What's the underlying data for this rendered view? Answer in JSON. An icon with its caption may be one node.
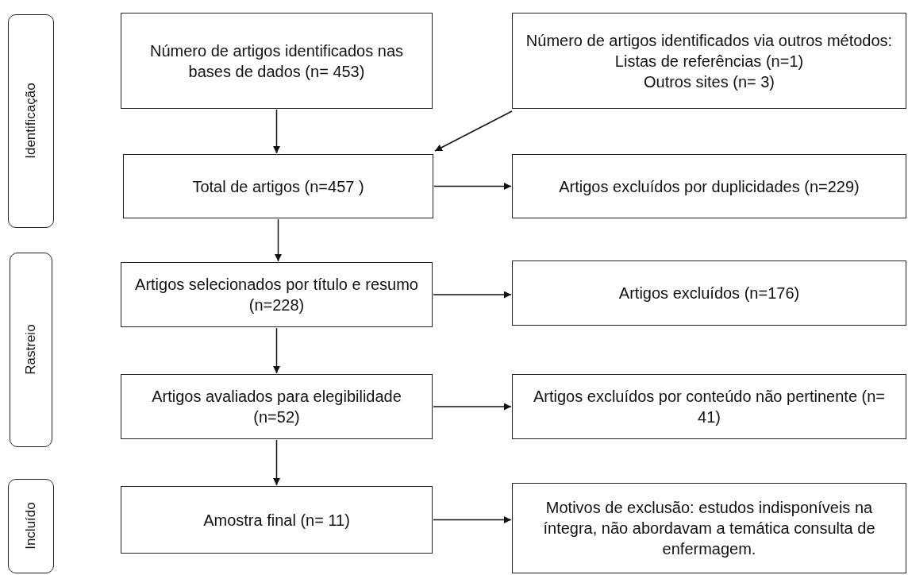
{
  "diagram": {
    "nodes": [
      {
        "text": [
          "Identificação"
        ]
      },
      {
        "text": [
          "Rastreio"
        ]
      },
      {
        "text": [
          "Incluído"
        ]
      },
      {
        "text": [
          "Número de artigos identificados nas bases de dados (n= 453)"
        ]
      },
      {
        "text": [
          "Número de artigos identificados via outros métodos:",
          "Listas de referências (n=1)",
          "Outros sites (n=  3)"
        ]
      },
      {
        "text": [
          "Total de artigos (n=457 )"
        ]
      },
      {
        "text": [
          "Artigos excluídos por duplicidades (n=229)"
        ]
      },
      {
        "text": [
          "Artigos selecionados por título e resumo (n=228)"
        ]
      },
      {
        "text": [
          "Artigos excluídos (n=176)"
        ]
      },
      {
        "text": [
          "Artigos avaliados para elegibilidade (n=52)"
        ]
      },
      {
        "text": [
          "Artigos excluídos por conteúdo não pertinente  (n= 41)"
        ]
      },
      {
        "text": [
          "Amostra final (n= 11)"
        ]
      },
      {
        "text": [
          "Motivos de exclusão: estudos indisponíveis na íntegra, não abordavam a temática consulta de enfermagem."
        ]
      }
    ],
    "edges": [
      {
        "from": 3,
        "to": 5,
        "arrow": "to"
      },
      {
        "from": 4,
        "to": 5,
        "arrow": "to"
      },
      {
        "from": 5,
        "to": 6,
        "arrow": "to"
      },
      {
        "from": 5,
        "to": 7,
        "arrow": "to"
      },
      {
        "from": 7,
        "to": 8,
        "arrow": "to"
      },
      {
        "from": 7,
        "to": 9,
        "arrow": "to"
      },
      {
        "from": 9,
        "to": 10,
        "arrow": "to"
      },
      {
        "from": 9,
        "to": 11,
        "arrow": "to"
      },
      {
        "from": 11,
        "to": 12,
        "arrow": "to"
      }
    ]
  }
}
